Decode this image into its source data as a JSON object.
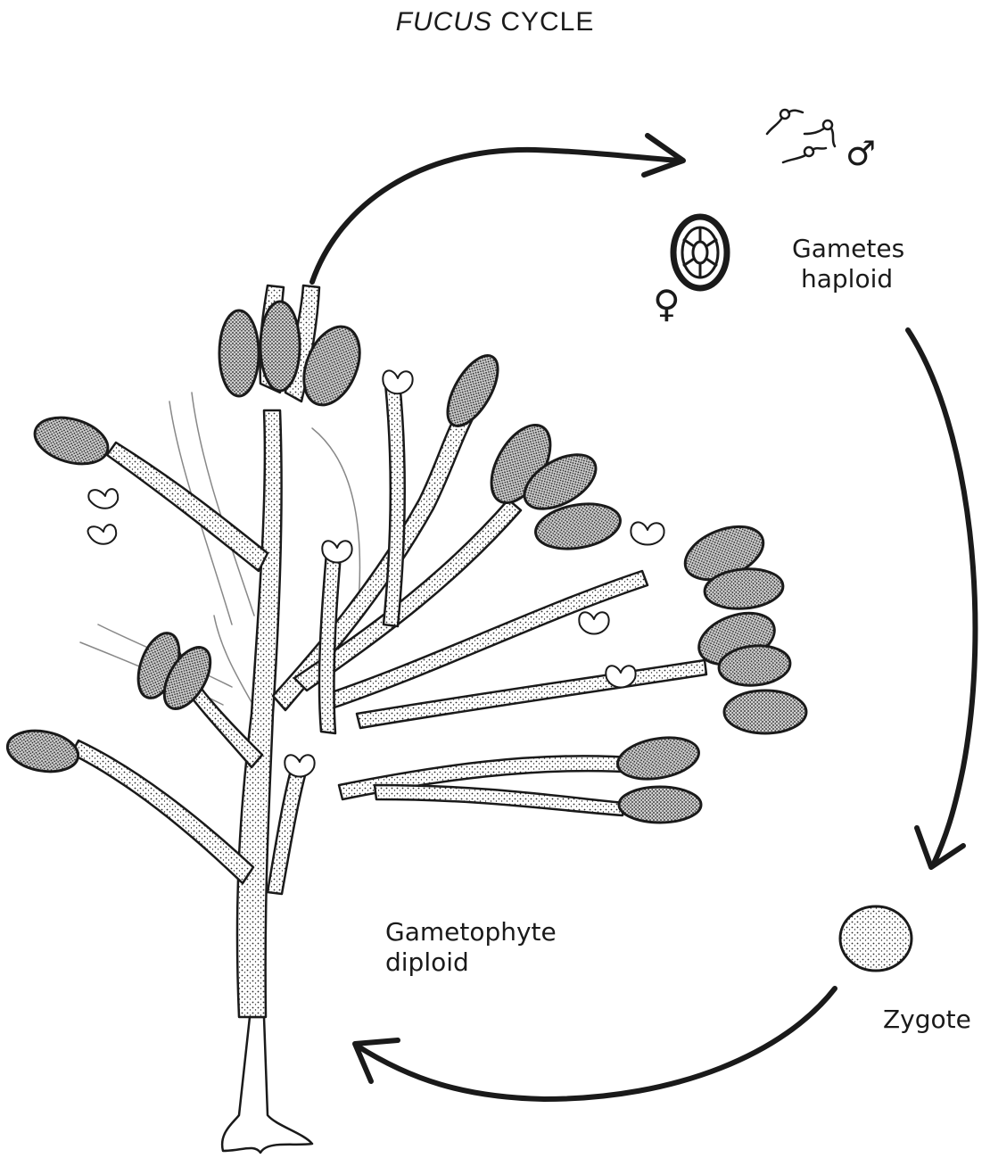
{
  "title": {
    "italic_part": "FUCUS",
    "rest": "CYCLE"
  },
  "labels": {
    "gametes": [
      "Gametes",
      "haploid"
    ],
    "gametophyte": [
      "Gametophyte",
      "diploid"
    ],
    "zygote": "Zygote"
  },
  "symbols": {
    "female": "♀",
    "male": "♂"
  },
  "colors": {
    "ink": "#1a1a1a",
    "stipple": "#3a3a3a",
    "paper": "#ffffff"
  }
}
